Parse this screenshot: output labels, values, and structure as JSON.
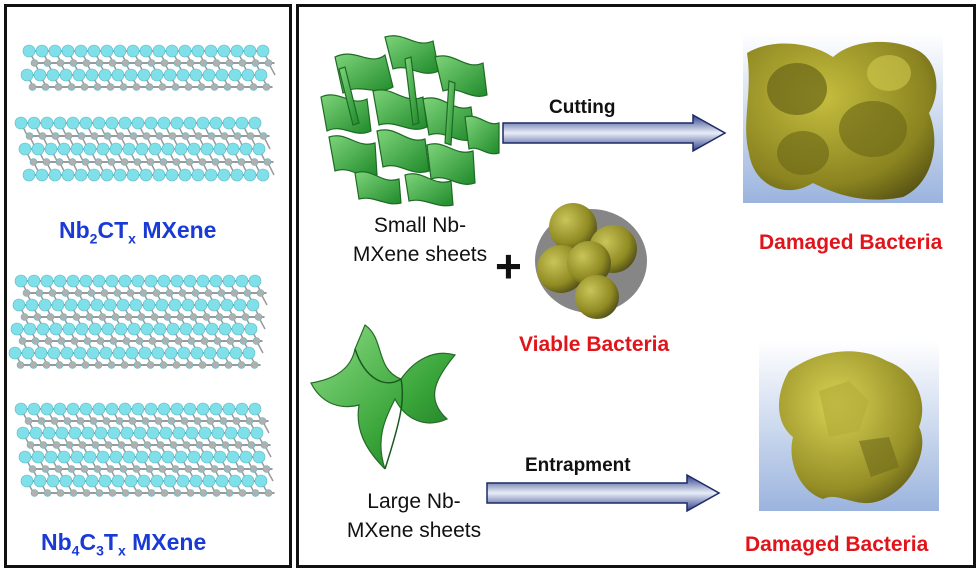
{
  "left": {
    "nb2ct": {
      "prefix": "Nb",
      "n1": "2",
      "mid": "CT",
      "n2": "x",
      "suffix": " MXene"
    },
    "nb4c3t": {
      "prefix": "Nb",
      "n1": "4",
      "c": "C",
      "n2": "3",
      "t": "T",
      "n3": "x",
      "suffix": " MXene"
    }
  },
  "right": {
    "small_line1": "Small Nb-",
    "small_line2": "MXene sheets",
    "large_line1": "Large Nb-",
    "large_line2": "MXene sheets",
    "cutting": "Cutting",
    "entrapment": "Entrapment",
    "viable": "Viable Bacteria",
    "damaged_top": "Damaged Bacteria",
    "damaged_bottom": "Damaged Bacteria",
    "plus": "+"
  },
  "colors": {
    "blue_label": "#1a3ad6",
    "red_label": "#e0141a",
    "atom": "#7fe0ea",
    "bond": "#9a9a9a",
    "sheet_green": "#3aa63a",
    "bacteria": "#a8a233"
  }
}
